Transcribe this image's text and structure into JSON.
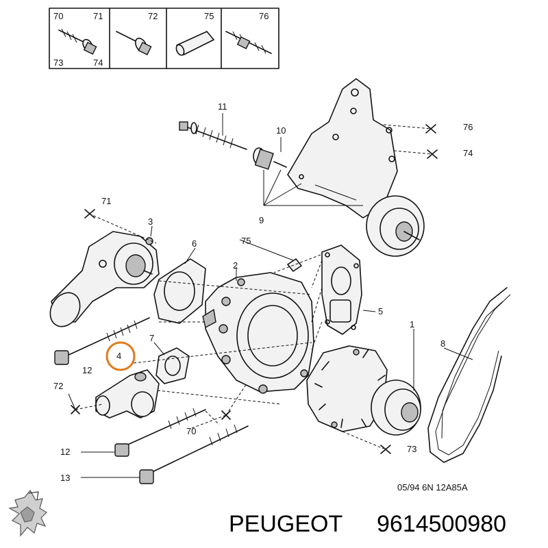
{
  "inset": {
    "cells": [
      {
        "labels": [
          "70",
          "71",
          "73",
          "74"
        ]
      },
      {
        "labels": [
          "72"
        ]
      },
      {
        "labels": [
          "75"
        ]
      },
      {
        "labels": [
          "76"
        ]
      }
    ]
  },
  "callouts": {
    "c11": "11",
    "c10": "10",
    "c76": "76",
    "c74": "74",
    "c71": "71",
    "c3": "3",
    "c6": "6",
    "c75": "75",
    "c2": "2",
    "c9": "9",
    "c5": "5",
    "c1": "1",
    "c8": "8",
    "c7": "7",
    "c4": "4",
    "c12a": "12",
    "c72": "72",
    "c70": "70",
    "c12b": "12",
    "c13": "13",
    "c73": "73"
  },
  "diagram_code": "05/94 6N 12A85A",
  "footer": {
    "brand": "PEUGEOT",
    "part_number": "9614500980"
  },
  "colors": {
    "highlight": "#e07b1a",
    "line": "#111111"
  }
}
